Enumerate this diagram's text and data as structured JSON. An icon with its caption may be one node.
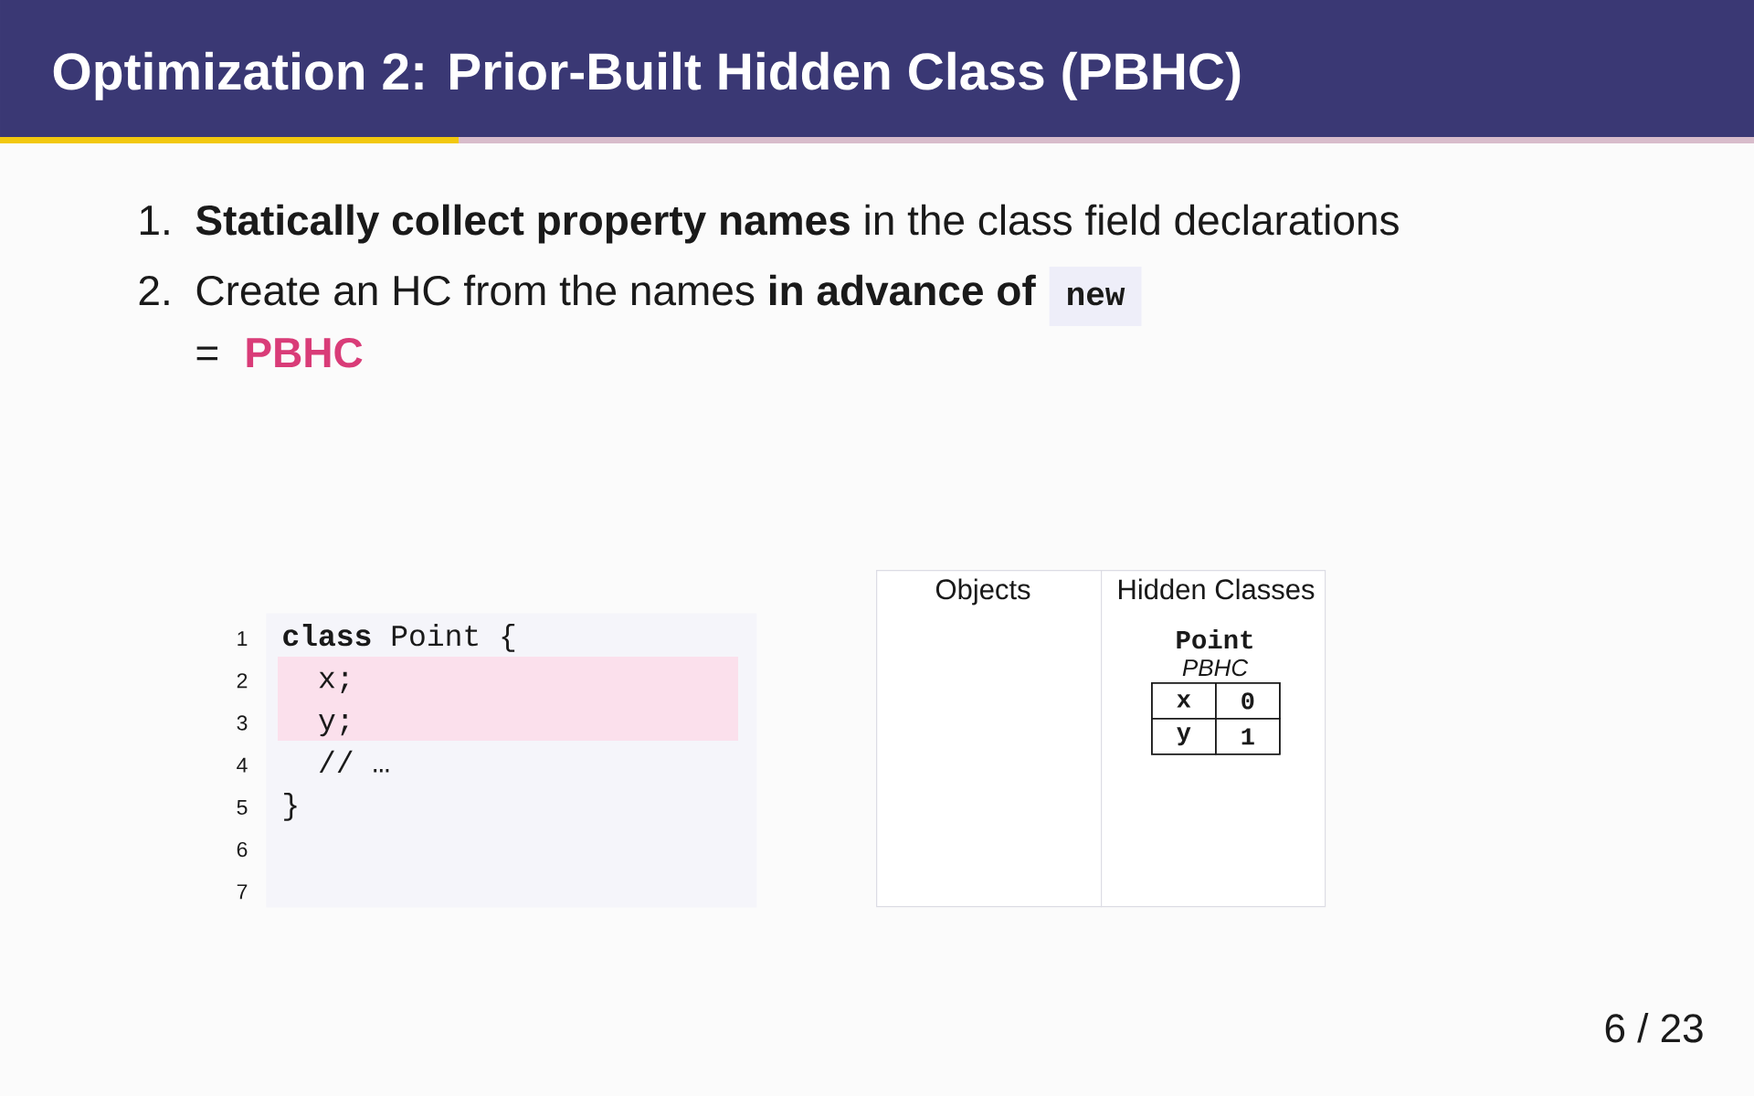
{
  "diagram": {
    "title": "Optimization 2: Prior-Built Hidden Class (PBHC)",
    "nodes": [
      {
        "text": [
          "**class** Point {",
          "x;",
          "y;",
          "// …",
          "}"
        ],
        "beside": [
          "1",
          "2",
          "3",
          "4",
          "5",
          "6",
          "7"
        ]
      },
      {
        "text": [
          "Objects"
        ]
      },
      {
        "text": [
          "Hidden Classes"
        ]
      },
      {
        "text": [
          "Point",
          "PBHC"
        ],
        "in": 2
      },
      {
        "text": [
          "x"
        ],
        "in": 3
      },
      {
        "text": [
          "0"
        ],
        "in": 3
      },
      {
        "text": [
          "y"
        ],
        "in": 3
      },
      {
        "text": [
          "1"
        ],
        "in": 3
      }
    ],
    "labels": [
      "1.",
      "**Statically collect property names** in the class field declarations",
      "2.",
      "Create an HC from the names **in advance of**",
      "new",
      "=",
      "PBHC",
      "6 / 23"
    ]
  }
}
